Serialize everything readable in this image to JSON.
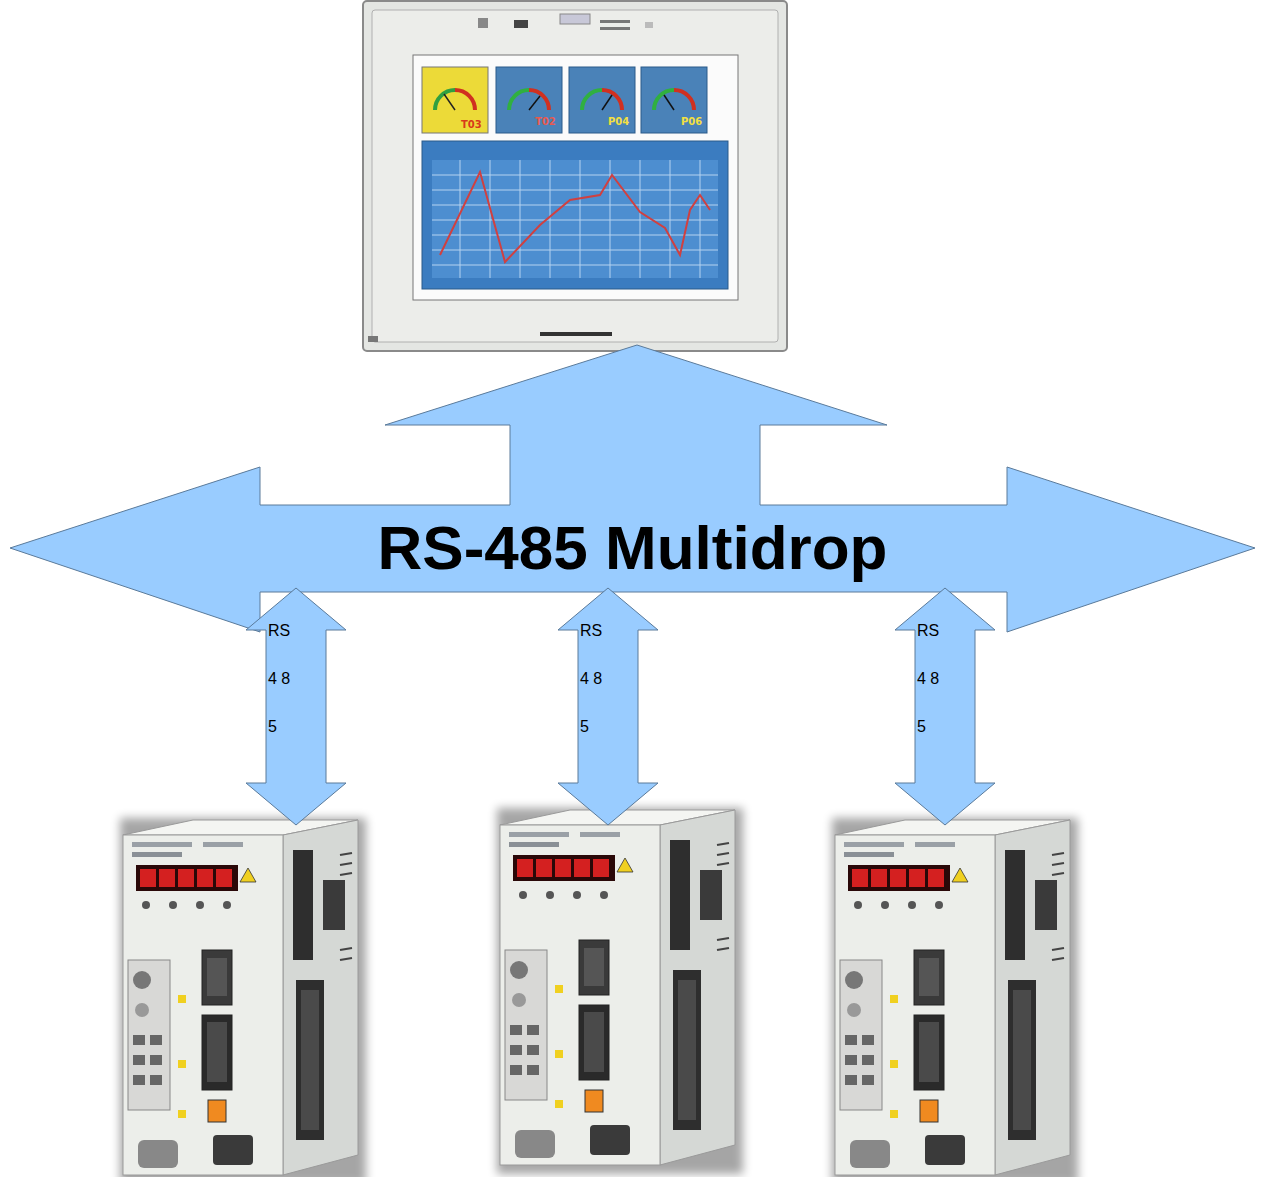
{
  "diagram": {
    "nodes": [
      {
        "text": [
          "RS-485 Multidrop"
        ]
      },
      {
        "text": [
          "RS 4 8 5"
        ]
      },
      {
        "text": [
          "RS 4 8 5"
        ]
      },
      {
        "text": [
          "RS 4 8 5"
        ]
      }
    ],
    "labels": [
      "T03",
      "T02",
      "P04",
      "P06"
    ]
  }
}
